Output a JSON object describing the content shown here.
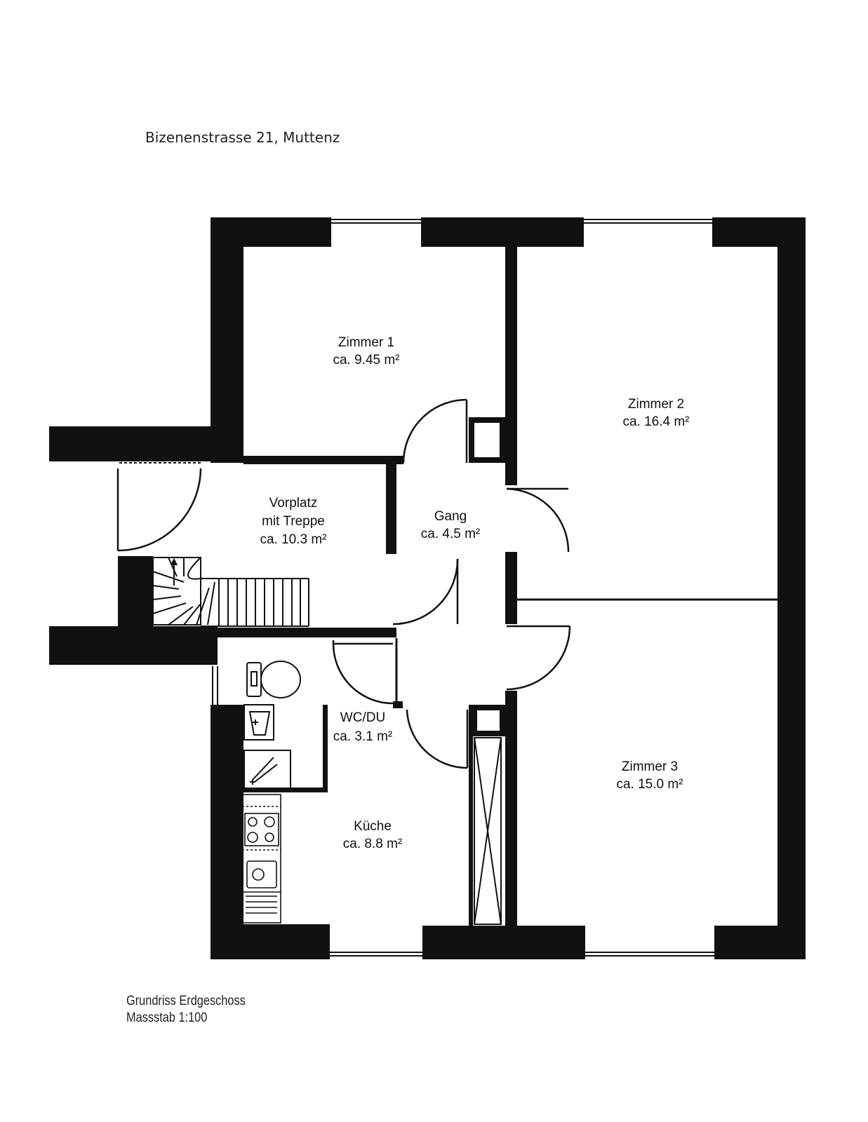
{
  "header": {
    "address": "Bizenenstrasse 21, Muttenz"
  },
  "rooms": [
    {
      "name": "Zimmer 1",
      "area": "ca. 9.45 m²"
    },
    {
      "name": "Zimmer 2",
      "area": "ca. 16.4 m²"
    },
    {
      "name_line1": "Vorplatz",
      "name_line2": "mit Treppe",
      "area": "ca. 10.3 m²"
    },
    {
      "name": "Gang",
      "area": "ca. 4.5 m²"
    },
    {
      "name": "WC/DU",
      "area": "ca. 3.1 m²"
    },
    {
      "name": "Küche",
      "area": "ca. 8.8 m²"
    },
    {
      "name": "Zimmer 3",
      "area": "ca. 15.0 m²"
    }
  ],
  "footer": {
    "title": "Grundriss Erdgeschoss",
    "scale": "Massstab 1:100"
  }
}
